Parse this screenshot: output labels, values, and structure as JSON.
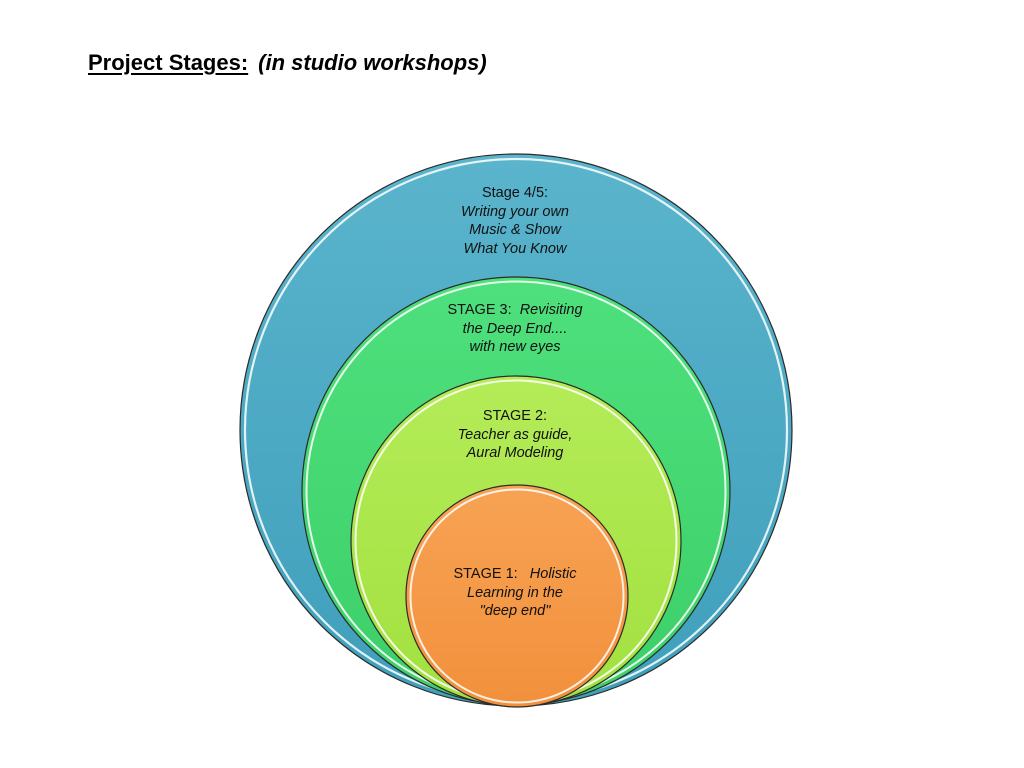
{
  "title": {
    "main": "Project Stages:",
    "subtitle": "(in studio workshops)"
  },
  "stages": [
    {
      "id": "stage-4-5",
      "heading": "Stage 4/5:",
      "lines": [
        "Writing your own",
        "Music & Show",
        "What You Know"
      ],
      "color": "#4aaac4"
    },
    {
      "id": "stage-3",
      "heading": "STAGE 3:",
      "heading_italic_tail": "Revisiting",
      "lines": [
        "the Deep End....",
        "with new eyes"
      ],
      "color": "#45d873"
    },
    {
      "id": "stage-2",
      "heading": "STAGE 2:",
      "lines": [
        "Teacher as guide,",
        "Aural Modeling"
      ],
      "color": "#abe84a"
    },
    {
      "id": "stage-1",
      "heading": "STAGE 1:",
      "heading_italic_tail": "Holistic",
      "lines": [
        "Learning in the",
        "\"deep end\""
      ],
      "color": "#f59a48"
    }
  ]
}
